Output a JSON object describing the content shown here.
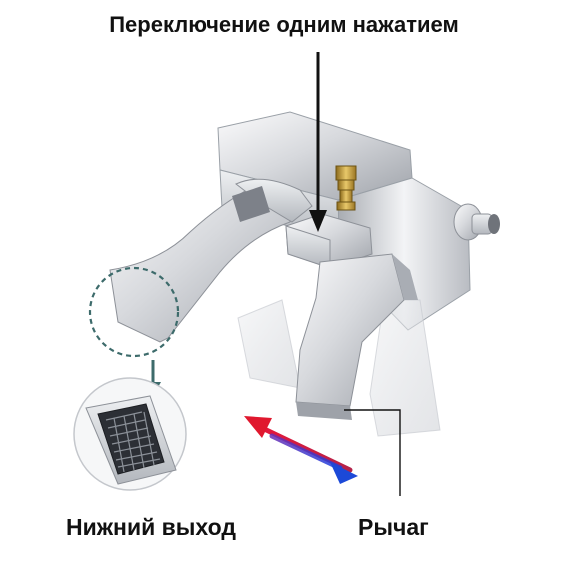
{
  "labels": {
    "top": "Переключение одним нажатием",
    "bottom_left": "Нижний выход",
    "bottom_right": "Рычаг"
  },
  "colors": {
    "chrome_light": "#f4f5f7",
    "chrome_mid": "#c9ccd2",
    "chrome_dark": "#8d9198",
    "brass": "#c9a13a",
    "arrow_hot": "#e0182e",
    "arrow_cold": "#1c49d8",
    "callout_circle": "#3d6b6b",
    "annotation_line": "#111111"
  },
  "icons": {
    "faucet": "faucet-image",
    "swap_arrows": "hot-cold-arrows-icon",
    "down_arrow": "down-arrow-icon"
  }
}
